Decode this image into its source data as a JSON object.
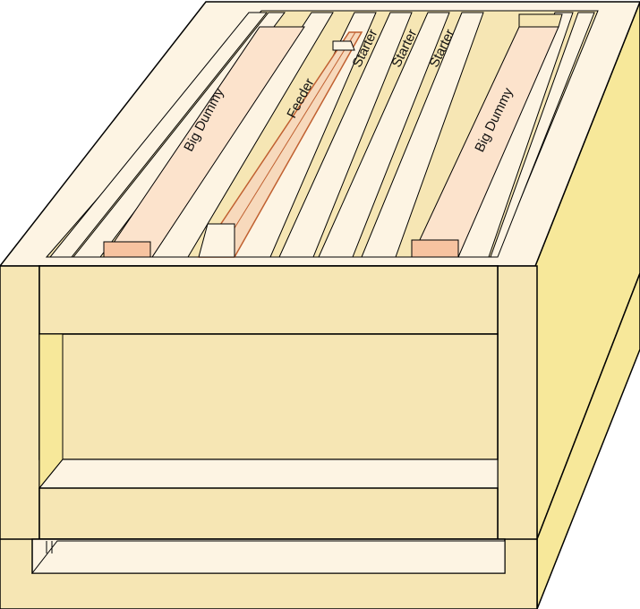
{
  "labels": {
    "big_dummy_left": "Big Dummy",
    "feeder": "Feeder",
    "starter_1": "Starter",
    "starter_2": "Starter",
    "starter_3": "Starter",
    "big_dummy_right": "Big Dummy"
  },
  "colors": {
    "wood_light": "#FDF4E3",
    "wood_mid": "#F6E6B4",
    "wood_side": "#F7E89A",
    "dummy_board": "#FCE3CC",
    "dummy_foot": "#F7C3A0",
    "feeder_board": "#F7D9BC",
    "feeder_edge": "#C06030",
    "outline": "#000000"
  }
}
